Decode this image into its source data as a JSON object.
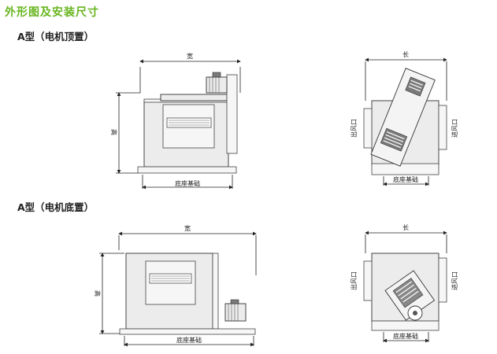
{
  "page_title": "外形图及安装尺寸",
  "sections": [
    {
      "title": "A型（电机顶置）"
    },
    {
      "title": "A型（电机底置）"
    }
  ],
  "labels": {
    "width": "宽",
    "height": "高",
    "length": "长",
    "base": "底座基础",
    "outlet": "出风口",
    "inlet": "进风口"
  },
  "colors": {
    "title": "#67b51e"
  }
}
